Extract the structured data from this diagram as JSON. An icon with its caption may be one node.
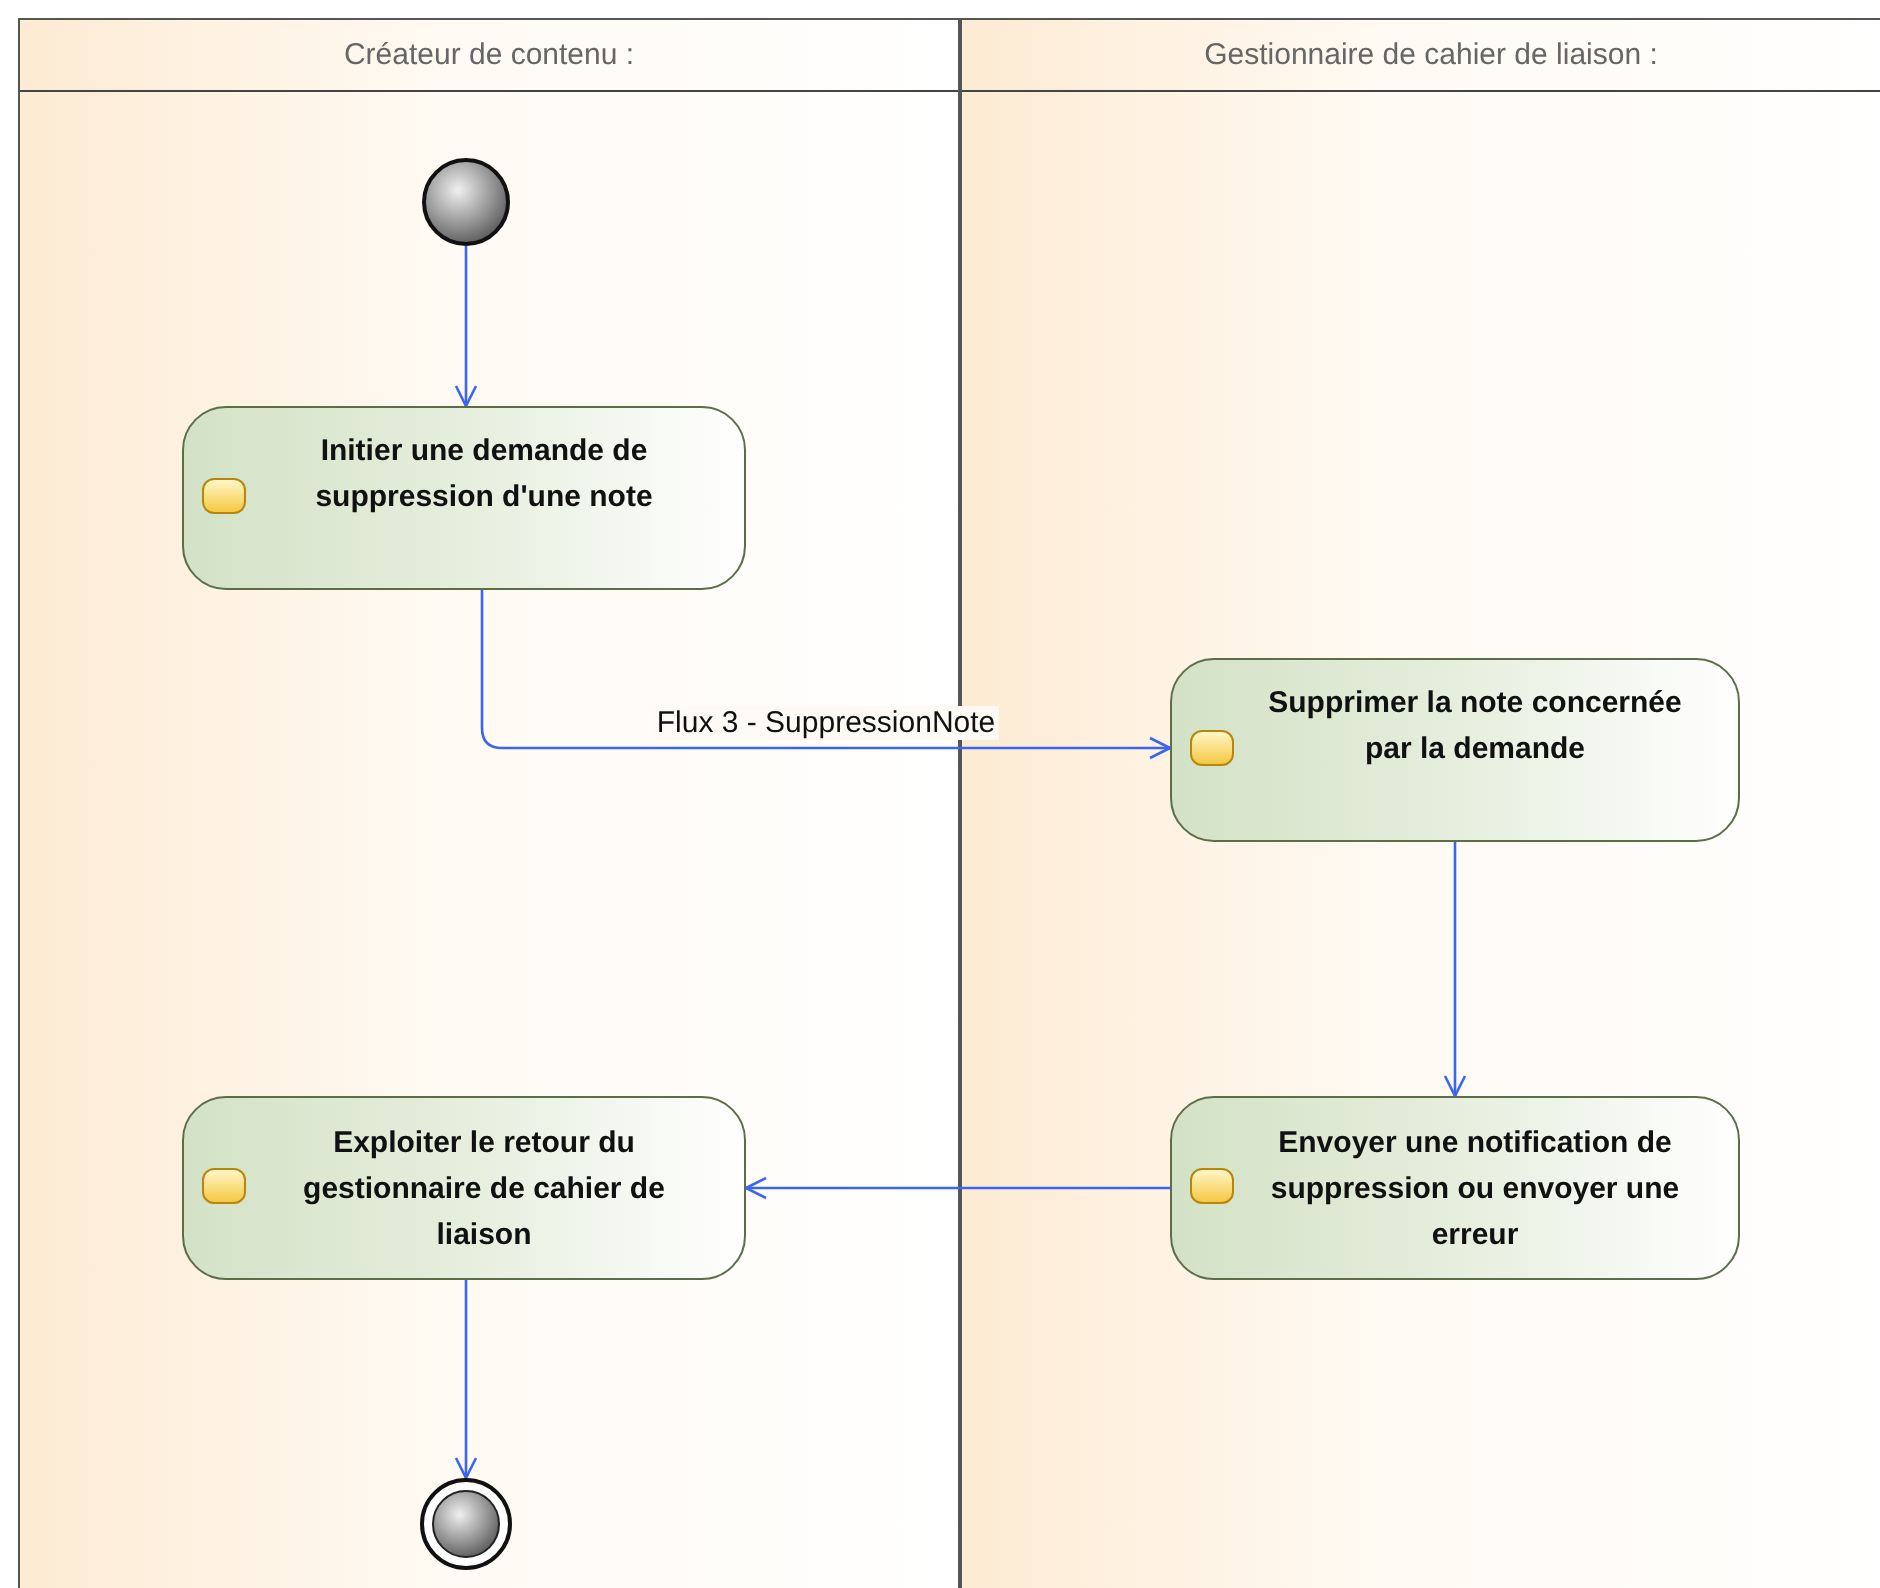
{
  "diagram": {
    "nodes": [
      {
        "text": [
          "Créateur de contenu :"
        ]
      },
      {
        "text": [
          "Gestionnaire de cahier de liaison :"
        ]
      },
      {
        "text": [],
        "shape": "circle",
        "in": 0
      },
      {
        "text": [
          "Initier une demande de suppression d'une note"
        ],
        "in": 0
      },
      {
        "text": [
          "Supprimer la note concernée par la demande"
        ],
        "in": 1
      },
      {
        "text": [
          "Envoyer une notification de suppression ou envoyer une erreur"
        ],
        "in": 1
      },
      {
        "text": [
          "Exploiter le retour du gestionnaire de cahier de liaison"
        ],
        "in": 0
      },
      {
        "text": [],
        "shape": "circle",
        "in": 0
      }
    ],
    "edges": [
      {
        "from": 2,
        "to": 3,
        "arrow": "to"
      },
      {
        "from": 3,
        "to": 4,
        "arrow": "to",
        "label": "Flux 3 - SuppressionNote"
      },
      {
        "from": 4,
        "to": 5,
        "arrow": "to"
      },
      {
        "from": 5,
        "to": 6,
        "arrow": "to"
      },
      {
        "from": 6,
        "to": 7,
        "arrow": "to"
      }
    ]
  }
}
